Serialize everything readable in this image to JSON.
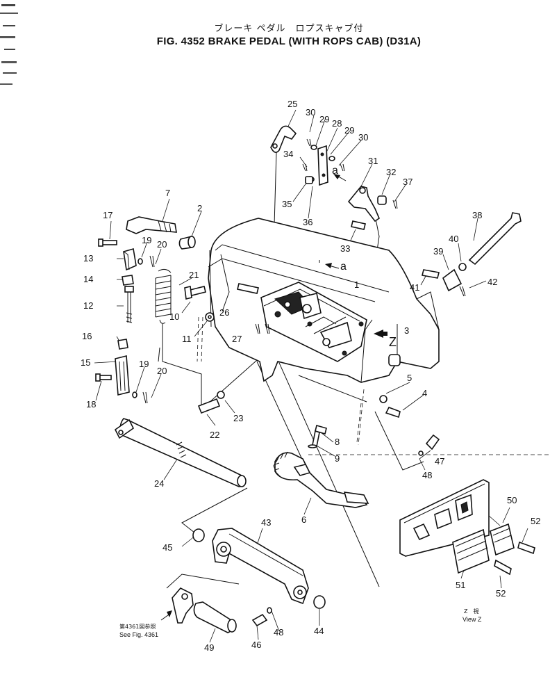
{
  "title_jp": "ブレーキ ペダル　ロプスキャブ付",
  "title": "FIG. 4352  BRAKE PEDAL (WITH ROPS CAB) (D31A)",
  "refs": {
    "arrow_a_upper": "a",
    "arrow_a_lower": "a",
    "view_marker": "Z",
    "see_fig_jp": "第4361図参照",
    "see_fig": "See Fig. 4361",
    "view_z_jp": "Z　視",
    "view_z": "View Z"
  },
  "callouts": [
    {
      "id": "c1",
      "label": "1"
    },
    {
      "id": "c2",
      "label": "2"
    },
    {
      "id": "c3",
      "label": "3"
    },
    {
      "id": "c4",
      "label": "4"
    },
    {
      "id": "c5",
      "label": "5"
    },
    {
      "id": "c6",
      "label": "6"
    },
    {
      "id": "c7",
      "label": "7"
    },
    {
      "id": "c8",
      "label": "8"
    },
    {
      "id": "c9",
      "label": "9"
    },
    {
      "id": "c10",
      "label": "10"
    },
    {
      "id": "c11",
      "label": "11"
    },
    {
      "id": "c12",
      "label": "12"
    },
    {
      "id": "c13",
      "label": "13"
    },
    {
      "id": "c14",
      "label": "14"
    },
    {
      "id": "c15",
      "label": "15"
    },
    {
      "id": "c16",
      "label": "16"
    },
    {
      "id": "c17",
      "label": "17"
    },
    {
      "id": "c18",
      "label": "18"
    },
    {
      "id": "c19a",
      "label": "19"
    },
    {
      "id": "c19b",
      "label": "19"
    },
    {
      "id": "c20a",
      "label": "20"
    },
    {
      "id": "c20b",
      "label": "20"
    },
    {
      "id": "c21",
      "label": "21"
    },
    {
      "id": "c22",
      "label": "22"
    },
    {
      "id": "c23",
      "label": "23"
    },
    {
      "id": "c24",
      "label": "24"
    },
    {
      "id": "c25",
      "label": "25"
    },
    {
      "id": "c26",
      "label": "26"
    },
    {
      "id": "c27",
      "label": "27"
    },
    {
      "id": "c28",
      "label": "28"
    },
    {
      "id": "c29a",
      "label": "29"
    },
    {
      "id": "c29b",
      "label": "29"
    },
    {
      "id": "c30a",
      "label": "30"
    },
    {
      "id": "c30b",
      "label": "30"
    },
    {
      "id": "c31",
      "label": "31"
    },
    {
      "id": "c32",
      "label": "32"
    },
    {
      "id": "c33",
      "label": "33"
    },
    {
      "id": "c34",
      "label": "34"
    },
    {
      "id": "c35",
      "label": "35"
    },
    {
      "id": "c36",
      "label": "36"
    },
    {
      "id": "c37",
      "label": "37"
    },
    {
      "id": "c38",
      "label": "38"
    },
    {
      "id": "c39",
      "label": "39"
    },
    {
      "id": "c40",
      "label": "40"
    },
    {
      "id": "c41",
      "label": "41"
    },
    {
      "id": "c42",
      "label": "42"
    },
    {
      "id": "c43",
      "label": "43"
    },
    {
      "id": "c44",
      "label": "44"
    },
    {
      "id": "c45",
      "label": "45"
    },
    {
      "id": "c46",
      "label": "46"
    },
    {
      "id": "c47",
      "label": "47"
    },
    {
      "id": "c48a",
      "label": "48"
    },
    {
      "id": "c48b",
      "label": "48"
    },
    {
      "id": "c49",
      "label": "49"
    },
    {
      "id": "c50",
      "label": "50"
    },
    {
      "id": "c51",
      "label": "51"
    },
    {
      "id": "c52a",
      "label": "52"
    },
    {
      "id": "c52b",
      "label": "52"
    }
  ]
}
